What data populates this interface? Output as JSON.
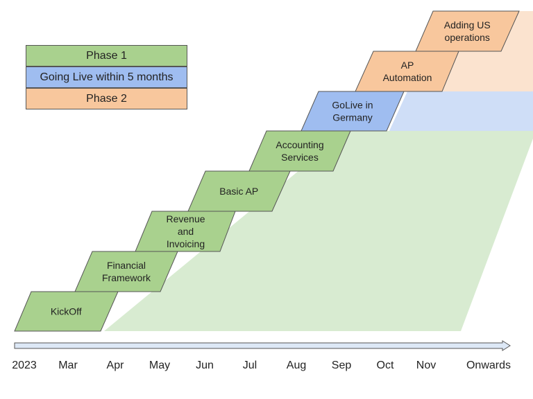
{
  "legend": {
    "phase1": "Phase 1",
    "golive": "Going Live within 5 months",
    "phase2": "Phase 2"
  },
  "colors": {
    "phase1": "#a9d18e",
    "golive": "#9fbdf0",
    "phase2": "#f8c79d",
    "phase1_area": "#d8ebd1",
    "golive_area": "#cfdef7",
    "phase2_area": "#fbe3cf",
    "axis": "#dde8f6"
  },
  "steps": [
    {
      "lines": [
        "KickOff"
      ],
      "phase": "phase1"
    },
    {
      "lines": [
        "Financial",
        "Framework"
      ],
      "phase": "phase1"
    },
    {
      "lines": [
        "Revenue",
        "and",
        "Invoicing"
      ],
      "phase": "phase1"
    },
    {
      "lines": [
        "Basic AP"
      ],
      "phase": "phase1"
    },
    {
      "lines": [
        "Accounting",
        "Services"
      ],
      "phase": "phase1"
    },
    {
      "lines": [
        "GoLive in",
        "Germany"
      ],
      "phase": "golive"
    },
    {
      "lines": [
        "AP",
        "Automation"
      ],
      "phase": "phase2"
    },
    {
      "lines": [
        "Adding US",
        "operations"
      ],
      "phase": "phase2"
    }
  ],
  "timeline": [
    "2023",
    "Mar",
    "Apr",
    "May",
    "Jun",
    "Jul",
    "Aug",
    "Sep",
    "Oct",
    "Nov",
    "Onwards"
  ]
}
